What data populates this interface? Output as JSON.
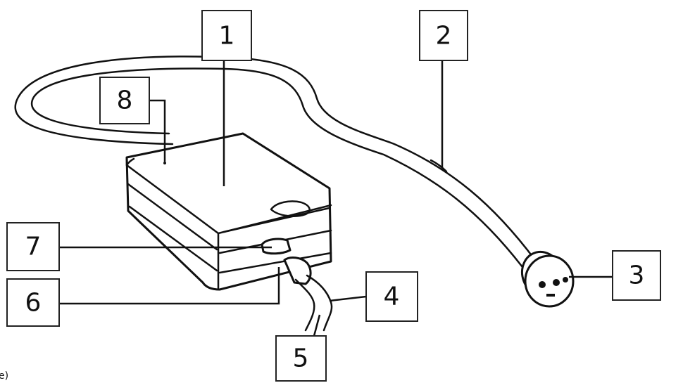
{
  "diagram": {
    "callouts": [
      {
        "id": "1",
        "label": "1"
      },
      {
        "id": "2",
        "label": "2"
      },
      {
        "id": "3",
        "label": "3"
      },
      {
        "id": "4",
        "label": "4"
      },
      {
        "id": "5",
        "label": "5"
      },
      {
        "id": "6",
        "label": "6"
      },
      {
        "id": "7",
        "label": "7"
      },
      {
        "id": "8",
        "label": "8"
      }
    ],
    "caption": "e)"
  }
}
